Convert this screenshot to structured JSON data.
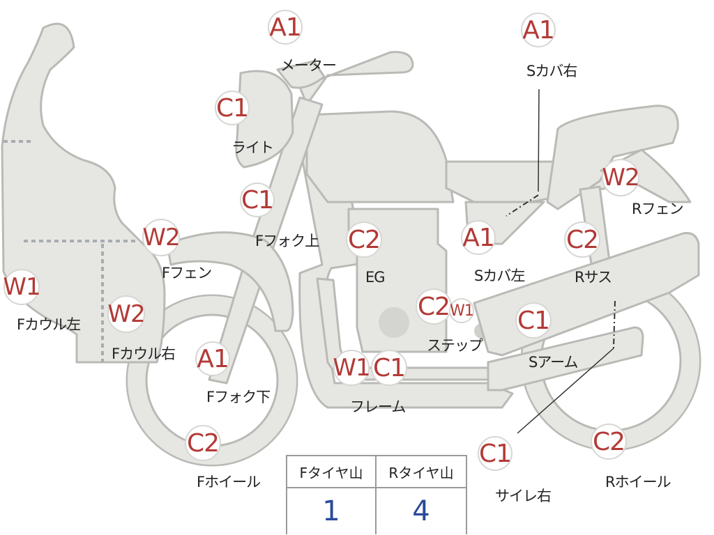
{
  "badges": [
    {
      "id": "meter-grade",
      "text": "A1"
    },
    {
      "id": "light-grade",
      "text": "C1"
    },
    {
      "id": "fork-upper-grade",
      "text": "C1"
    },
    {
      "id": "front-fender-grade",
      "text": "W2"
    },
    {
      "id": "cowl-left-grade",
      "text": "W1"
    },
    {
      "id": "cowl-right-grade",
      "text": "W2"
    },
    {
      "id": "fork-lower-grade",
      "text": "A1"
    },
    {
      "id": "front-wheel-grade",
      "text": "C2"
    },
    {
      "id": "engine-grade",
      "text": "C2"
    },
    {
      "id": "step-grade-c2",
      "text": "C2"
    },
    {
      "id": "step-grade-w1",
      "text": "W1"
    },
    {
      "id": "frame-grade-w1",
      "text": "W1"
    },
    {
      "id": "frame-grade-c1",
      "text": "C1"
    },
    {
      "id": "side-cover-right-grade",
      "text": "A1"
    },
    {
      "id": "side-cover-left-grade",
      "text": "A1"
    },
    {
      "id": "rear-fender-grade",
      "text": "W2"
    },
    {
      "id": "rear-suspension-grade",
      "text": "C2"
    },
    {
      "id": "swingarm-grade",
      "text": "C1"
    },
    {
      "id": "silencer-right-grade",
      "text": "C1"
    },
    {
      "id": "rear-wheel-grade",
      "text": "C2"
    }
  ],
  "labels": [
    {
      "id": "meter",
      "text": "メーター"
    },
    {
      "id": "light",
      "text": "ライト"
    },
    {
      "id": "fork-upper",
      "text": "Fフォク上"
    },
    {
      "id": "front-fender",
      "text": "Fフェン"
    },
    {
      "id": "cowl-left",
      "text": "Fカウル左"
    },
    {
      "id": "cowl-right",
      "text": "Fカウル右"
    },
    {
      "id": "fork-lower",
      "text": "Fフォク下"
    },
    {
      "id": "front-wheel",
      "text": "Fホイール"
    },
    {
      "id": "engine",
      "text": "EG"
    },
    {
      "id": "step",
      "text": "ステップ"
    },
    {
      "id": "frame",
      "text": "フレーム"
    },
    {
      "id": "side-cover-right",
      "text": "Sカバ右"
    },
    {
      "id": "side-cover-left",
      "text": "Sカバ左"
    },
    {
      "id": "rear-fender",
      "text": "Rフェン"
    },
    {
      "id": "rear-suspension",
      "text": "Rサス"
    },
    {
      "id": "swingarm",
      "text": "Sアーム"
    },
    {
      "id": "silencer-right",
      "text": "サイレ右"
    },
    {
      "id": "rear-wheel",
      "text": "Rホイール"
    }
  ],
  "tire_table": {
    "headers": [
      "Fタイヤ山",
      "Rタイヤ山"
    ],
    "values": [
      "1",
      "4"
    ]
  },
  "colors": {
    "part_fill": "#e6e6e3",
    "part_outline": "#b9b9b5",
    "grade_text": "#b23a36",
    "value_text": "#2a4a9a"
  }
}
